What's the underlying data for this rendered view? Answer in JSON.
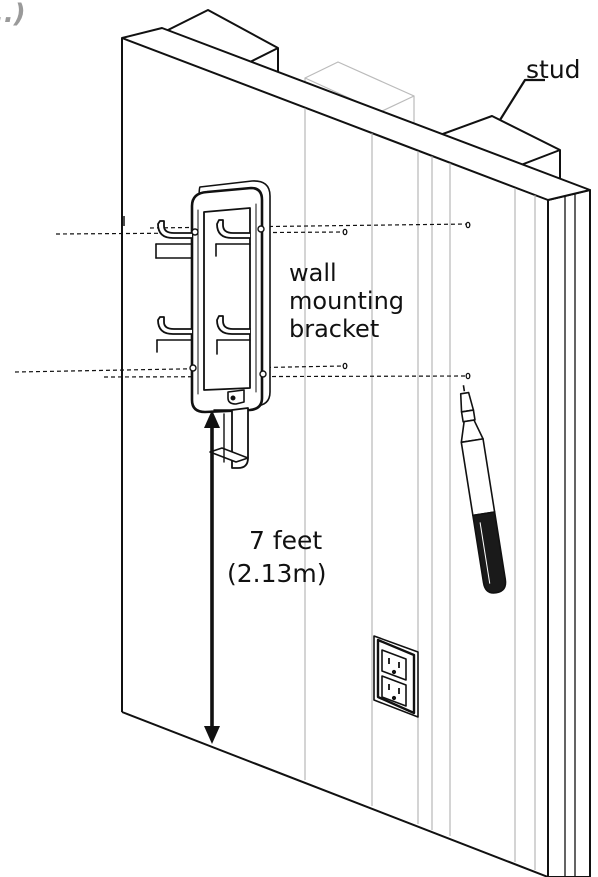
{
  "figure": {
    "corner_fragment": "..)",
    "labels": {
      "stud": "stud",
      "bracket_line1": "wall",
      "bracket_line2": "mounting",
      "bracket_line3": "bracket",
      "height_feet": "7 feet",
      "height_metric": "(2.13m)"
    },
    "colors": {
      "ink": "#111111",
      "paper": "#ffffff",
      "faint": "#999999",
      "fragment": "#9a9a9a"
    }
  }
}
